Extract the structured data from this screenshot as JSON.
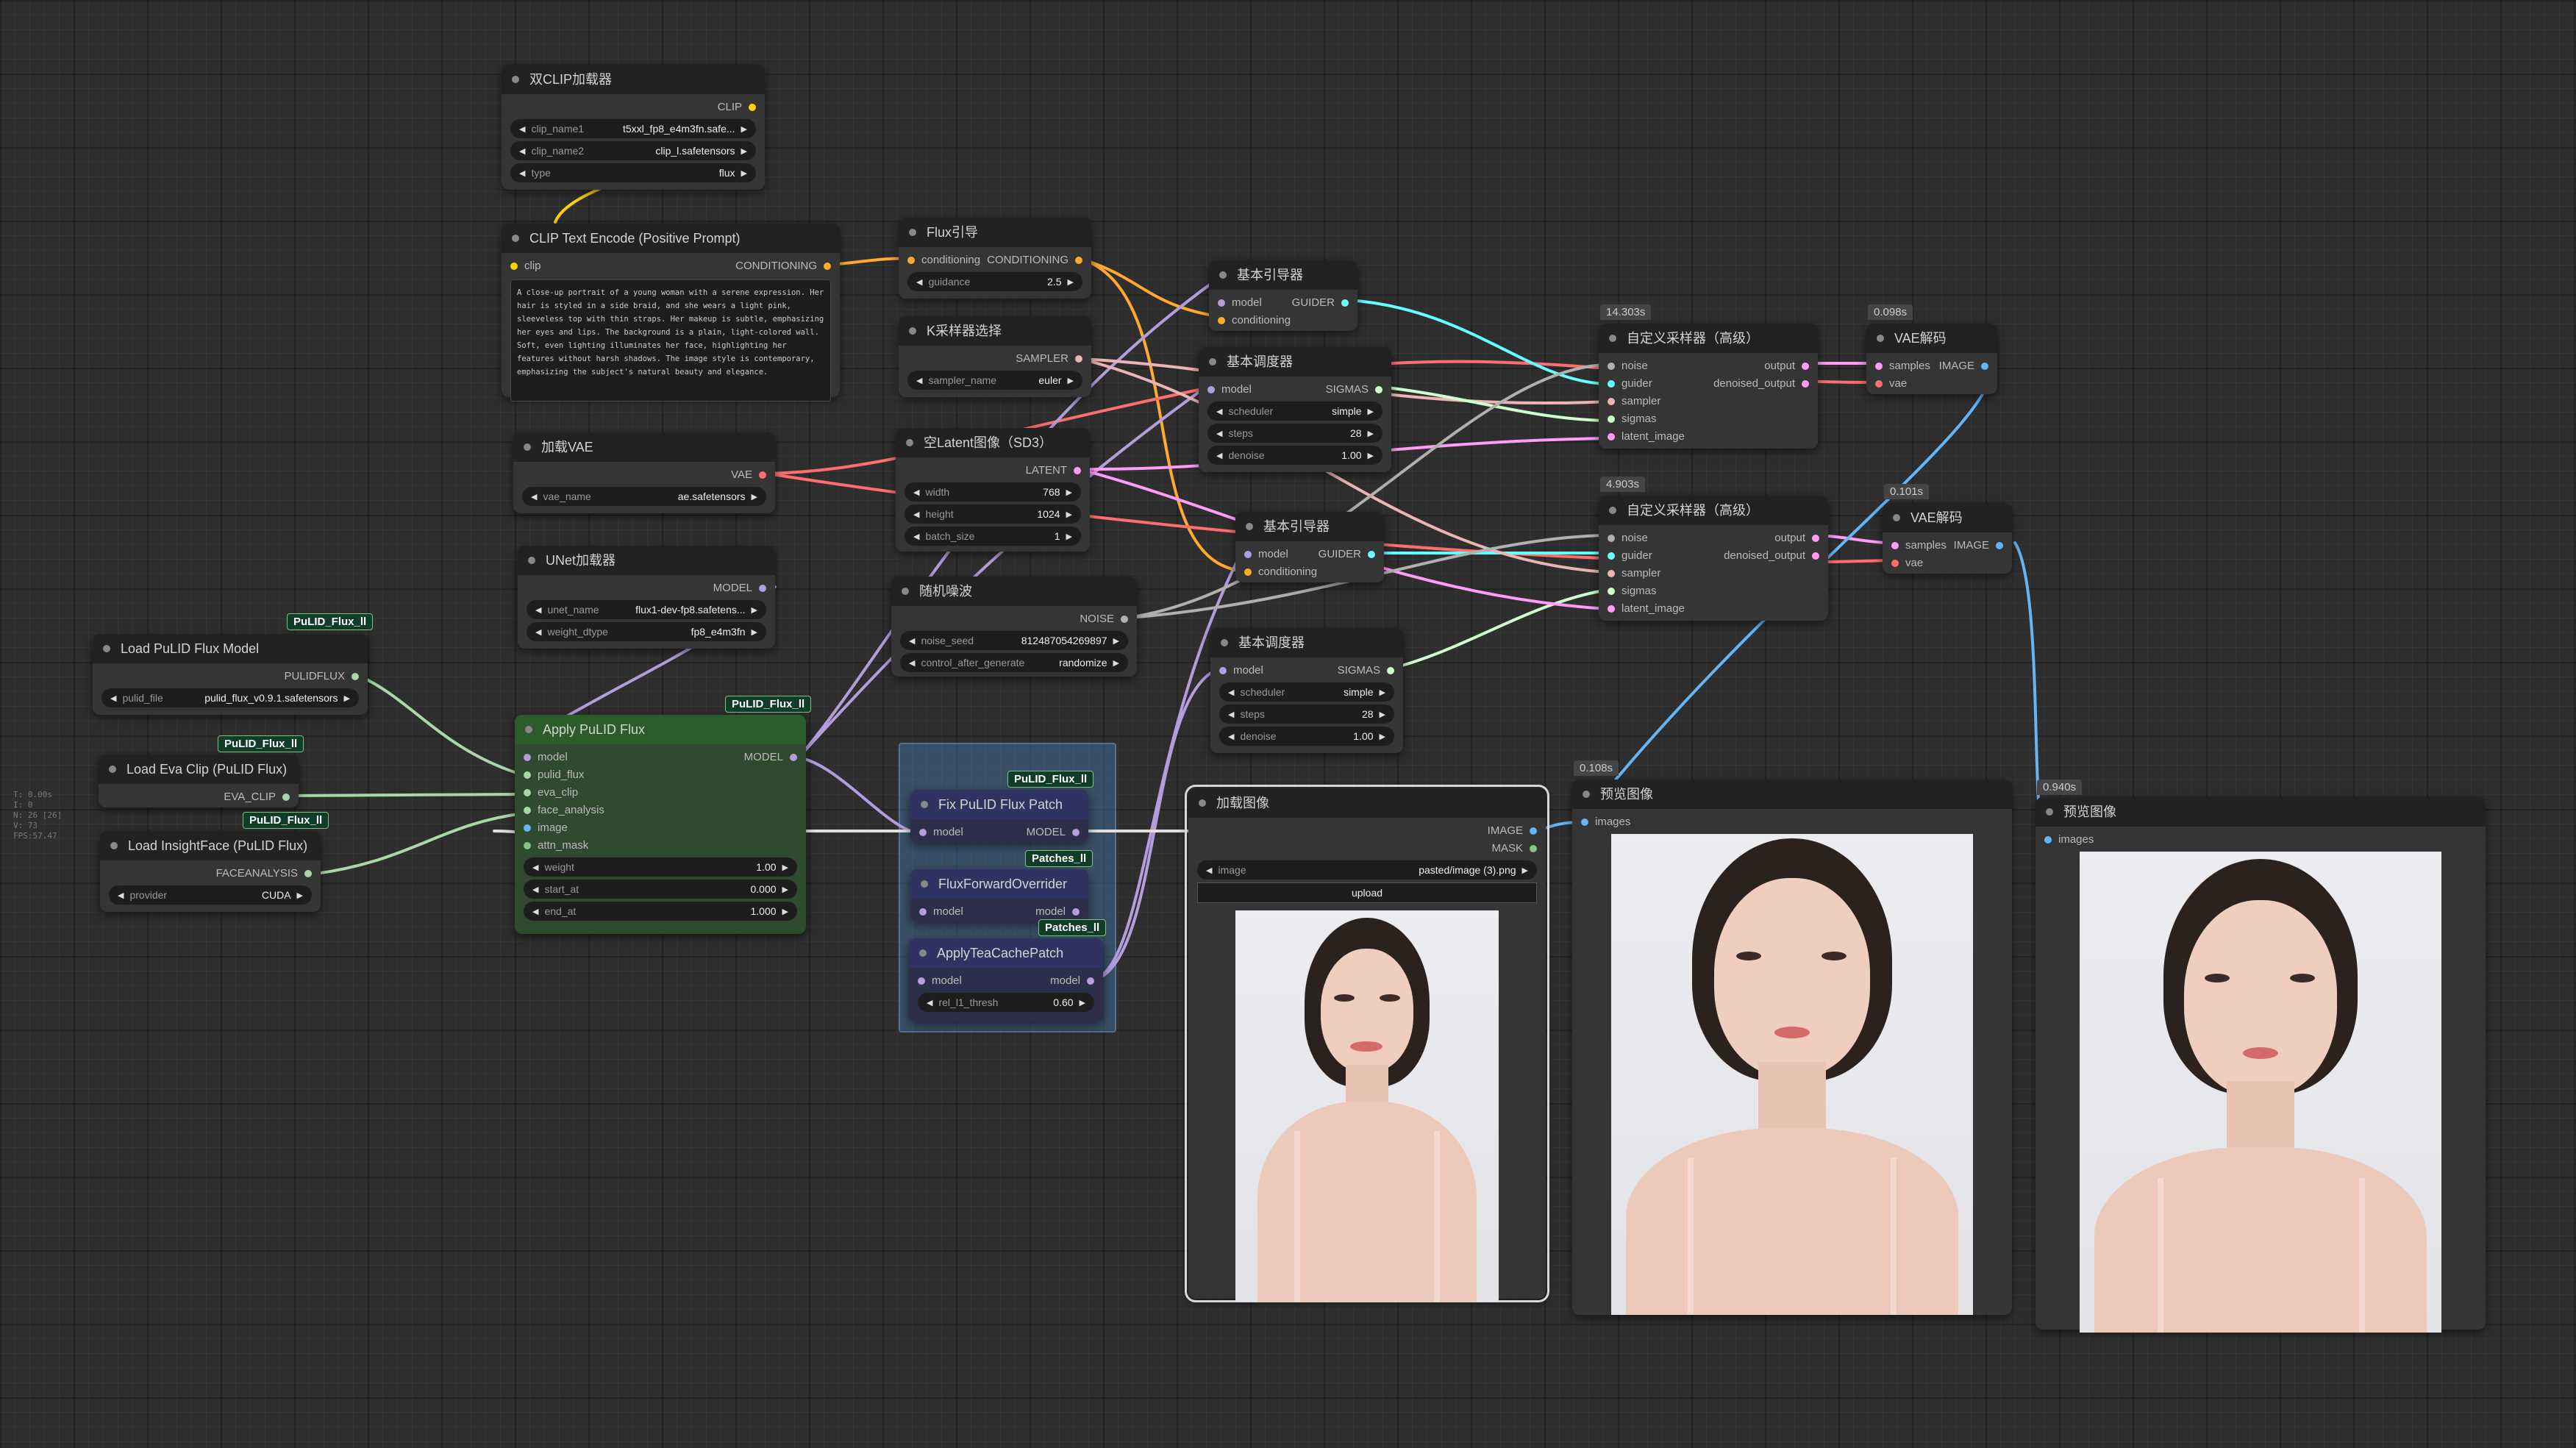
{
  "hud": [
    "T: 0.00s",
    "I: 0",
    "N: 26 [26]",
    "V: 73",
    "FPS:57.47"
  ],
  "badges": {
    "pulid_model": "PuLID_Flux_ll",
    "eva_clip": "PuLID_Flux_ll",
    "insightface": "PuLID_Flux_ll",
    "apply_pulid": "PuLID_Flux_ll",
    "fix_patch": "PuLID_Flux_ll",
    "flux_forward": "Patches_ll",
    "teacache": "Patches_ll"
  },
  "timings": {
    "sampler1": "14.303s",
    "sampler2": "4.903s",
    "vae1": "0.098s",
    "vae2": "0.101s",
    "preview1": "0.108s",
    "preview2": "0.940s"
  },
  "nodes": {
    "dual_clip": {
      "title": "双CLIP加载器",
      "out": "CLIP",
      "w": [
        {
          "label": "clip_name1",
          "value": "t5xxl_fp8_e4m3fn.safe..."
        },
        {
          "label": "clip_name2",
          "value": "clip_l.safetensors"
        },
        {
          "label": "type",
          "value": "flux"
        }
      ]
    },
    "clip_text": {
      "title": "CLIP Text Encode (Positive Prompt)",
      "in": "clip",
      "out": "CONDITIONING",
      "prompt": "A close-up portrait of a young woman with a serene expression. Her hair is styled in a side braid, and she wears a light pink, sleeveless top with thin straps. Her makeup is subtle, emphasizing her eyes and lips. The background is a plain, light-colored wall. Soft, even lighting illuminates her face, highlighting her features without harsh shadows. The image style is contemporary, emphasizing the subject's natural beauty and elegance."
    },
    "load_vae": {
      "title": "加载VAE",
      "out": "VAE",
      "w": [
        {
          "label": "vae_name",
          "value": "ae.safetensors"
        }
      ]
    },
    "unet": {
      "title": "UNet加载器",
      "out": "MODEL",
      "w": [
        {
          "label": "unet_name",
          "value": "flux1-dev-fp8.safetens..."
        },
        {
          "label": "weight_dtype",
          "value": "fp8_e4m3fn"
        }
      ]
    },
    "pulid_model": {
      "title": "Load PuLID Flux Model",
      "out": "PULIDFLUX",
      "w": [
        {
          "label": "pulid_file",
          "value": "pulid_flux_v0.9.1.safetensors"
        }
      ]
    },
    "eva_clip": {
      "title": "Load Eva Clip (PuLID Flux)",
      "out": "EVA_CLIP"
    },
    "insightface": {
      "title": "Load InsightFace (PuLID Flux)",
      "out": "FACEANALYSIS",
      "w": [
        {
          "label": "provider",
          "value": "CUDA"
        }
      ]
    },
    "apply_pulid": {
      "title": "Apply PuLID Flux",
      "inputs": [
        "model",
        "pulid_flux",
        "eva_clip",
        "face_analysis",
        "image",
        "attn_mask"
      ],
      "out": "MODEL",
      "w": [
        {
          "label": "weight",
          "value": "1.00"
        },
        {
          "label": "start_at",
          "value": "0.000"
        },
        {
          "label": "end_at",
          "value": "1.000"
        }
      ]
    },
    "flux_guidance": {
      "title": "Flux引导",
      "in": "conditioning",
      "out": "CONDITIONING",
      "w": [
        {
          "label": "guidance",
          "value": "2.5"
        }
      ]
    },
    "ksampler_select": {
      "title": "K采样器选择",
      "out": "SAMPLER",
      "w": [
        {
          "label": "sampler_name",
          "value": "euler"
        }
      ]
    },
    "empty_latent": {
      "title": "空Latent图像（SD3）",
      "out": "LATENT",
      "w": [
        {
          "label": "width",
          "value": "768"
        },
        {
          "label": "height",
          "value": "1024"
        },
        {
          "label": "batch_size",
          "value": "1"
        }
      ]
    },
    "random_noise": {
      "title": "随机噪波",
      "out": "NOISE",
      "w": [
        {
          "label": "noise_seed",
          "value": "812487054269897"
        },
        {
          "label": "control_after_generate",
          "value": "randomize"
        }
      ]
    },
    "guider1": {
      "title": "基本引导器",
      "inputs": [
        "model",
        "conditioning"
      ],
      "out": "GUIDER"
    },
    "scheduler1": {
      "title": "基本调度器",
      "in": "model",
      "out": "SIGMAS",
      "w": [
        {
          "label": "scheduler",
          "value": "simple"
        },
        {
          "label": "steps",
          "value": "28"
        },
        {
          "label": "denoise",
          "value": "1.00"
        }
      ]
    },
    "guider2": {
      "title": "基本引导器",
      "inputs": [
        "model",
        "conditioning"
      ],
      "out": "GUIDER"
    },
    "scheduler2": {
      "title": "基本调度器",
      "in": "model",
      "out": "SIGMAS",
      "w": [
        {
          "label": "scheduler",
          "value": "simple"
        },
        {
          "label": "steps",
          "value": "28"
        },
        {
          "label": "denoise",
          "value": "1.00"
        }
      ]
    },
    "sampler1": {
      "title": "自定义采样器（高级）",
      "inputs": [
        "noise",
        "guider",
        "sampler",
        "sigmas",
        "latent_image"
      ],
      "outputs": [
        "output",
        "denoised_output"
      ]
    },
    "sampler2": {
      "title": "自定义采样器（高级）",
      "inputs": [
        "noise",
        "guider",
        "sampler",
        "sigmas",
        "latent_image"
      ],
      "outputs": [
        "output",
        "denoised_output"
      ]
    },
    "vae1": {
      "title": "VAE解码",
      "inputs": [
        "samples",
        "vae"
      ],
      "out": "IMAGE"
    },
    "vae2": {
      "title": "VAE解码",
      "inputs": [
        "samples",
        "vae"
      ],
      "out": "IMAGE"
    },
    "fix_patch": {
      "title": "Fix PuLID Flux Patch",
      "in": "model",
      "out": "MODEL"
    },
    "flux_forward": {
      "title": "FluxForwardOverrider",
      "in": "model",
      "out": "model"
    },
    "teacache": {
      "title": "ApplyTeaCachePatch",
      "in": "model",
      "out": "model",
      "w": [
        {
          "label": "rel_l1_thresh",
          "value": "0.60"
        }
      ]
    },
    "load_image": {
      "title": "加载图像",
      "outputs": [
        "IMAGE",
        "MASK"
      ],
      "w": [
        {
          "label": "image",
          "value": "pasted/image (3).png"
        }
      ],
      "button": "upload"
    },
    "preview1": {
      "title": "预览图像",
      "in": "images"
    },
    "preview2": {
      "title": "预览图像",
      "in": "images"
    }
  },
  "colors": {
    "clip": "#ffd500",
    "conditioning": "#ffa931",
    "vae": "#ff6e6e",
    "model": "#b39ddb",
    "latent": "#ff9cf9",
    "image": "#64b5f6",
    "guider": "#66ffff",
    "sigmas": "#cdffcd",
    "noise": "#b0b0b0",
    "sampler": "#ecb4b4",
    "mask": "#81c784",
    "pulid": "#a8d8a8"
  }
}
